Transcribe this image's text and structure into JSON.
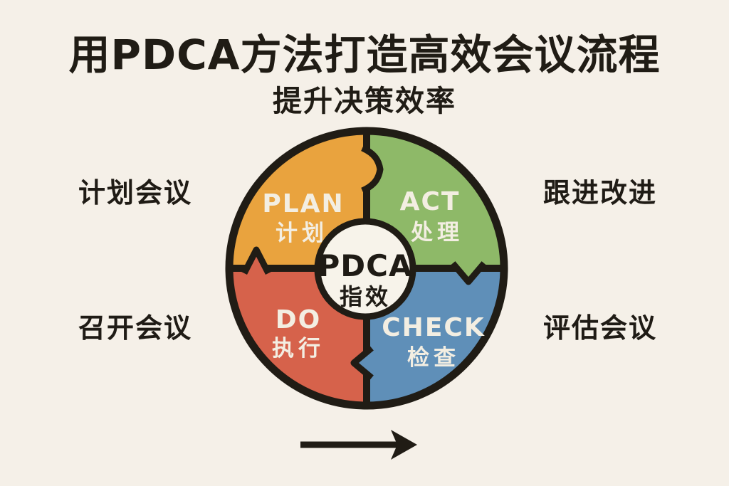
{
  "title": "用PDCA方法打造高效会议流程",
  "subtitle": "提升决策效率",
  "wheel": {
    "center": {
      "acronym": "PDCA",
      "label": "指效"
    },
    "quadrants": [
      {
        "id": "plan",
        "en": "PLAN",
        "zh": "计划",
        "color": "#E9A33E",
        "position": "top-left"
      },
      {
        "id": "act",
        "en": "ACT",
        "zh": "处理",
        "color": "#8EB968",
        "position": "top-right"
      },
      {
        "id": "do",
        "en": "DO",
        "zh": "执行",
        "color": "#D6624B",
        "position": "bottom-left"
      },
      {
        "id": "check",
        "en": "CHECK",
        "zh": "检查",
        "color": "#5F8FB8",
        "position": "bottom-right"
      }
    ]
  },
  "side_labels": [
    {
      "text": "计划会议",
      "position": "left-top"
    },
    {
      "text": "召开会议",
      "position": "left-bottom"
    },
    {
      "text": "跟进改进",
      "position": "right-top"
    },
    {
      "text": "评估会议",
      "position": "right-bottom"
    }
  ],
  "footer": {
    "arrow_icon": "right-arrow"
  },
  "colors": {
    "background": "#F5F0E8",
    "outline": "#201C15",
    "hub_fill": "#F7F3EA",
    "wheel_text": "#F3EEE2"
  }
}
